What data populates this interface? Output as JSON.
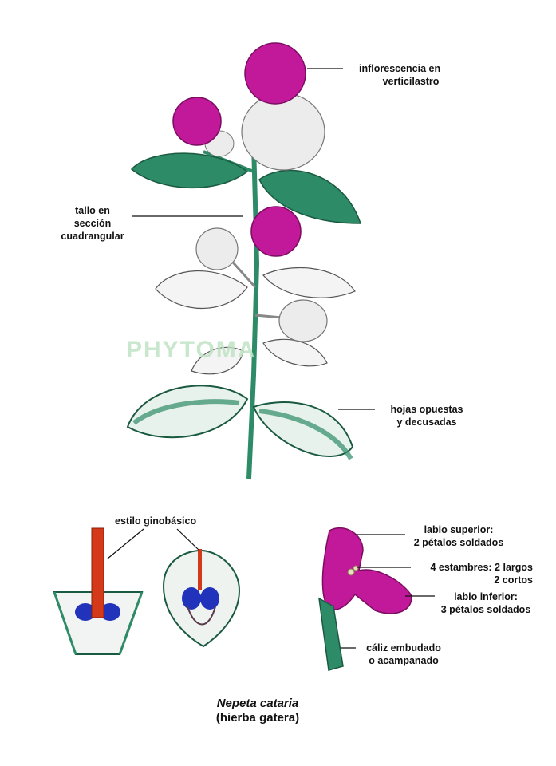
{
  "labels": {
    "inflorescence": [
      "inflorescencia en",
      "verticilastro"
    ],
    "stem": [
      "tallo en",
      "sección",
      "cuadrangular"
    ],
    "leaves": [
      "hojas opuestas",
      "y decusadas"
    ],
    "style": "estilo ginobásico",
    "upper_lip": [
      "labio superior:",
      "2 pétalos soldados"
    ],
    "stamens": [
      "4 estambres: 2 largos",
      "2 cortos"
    ],
    "lower_lip": [
      "labio inferior:",
      "3 pétalos soldados"
    ],
    "calyx": [
      "cáliz embudado",
      "o acampanado"
    ]
  },
  "species": {
    "name": "Nepeta cataria",
    "common": "(hierba gatera)"
  },
  "watermark": "PHYTOMA",
  "colors": {
    "leaf": "#2e8b67",
    "flower": "#c2189a",
    "style": "#d43a1a",
    "ovary": "#2233bb"
  }
}
